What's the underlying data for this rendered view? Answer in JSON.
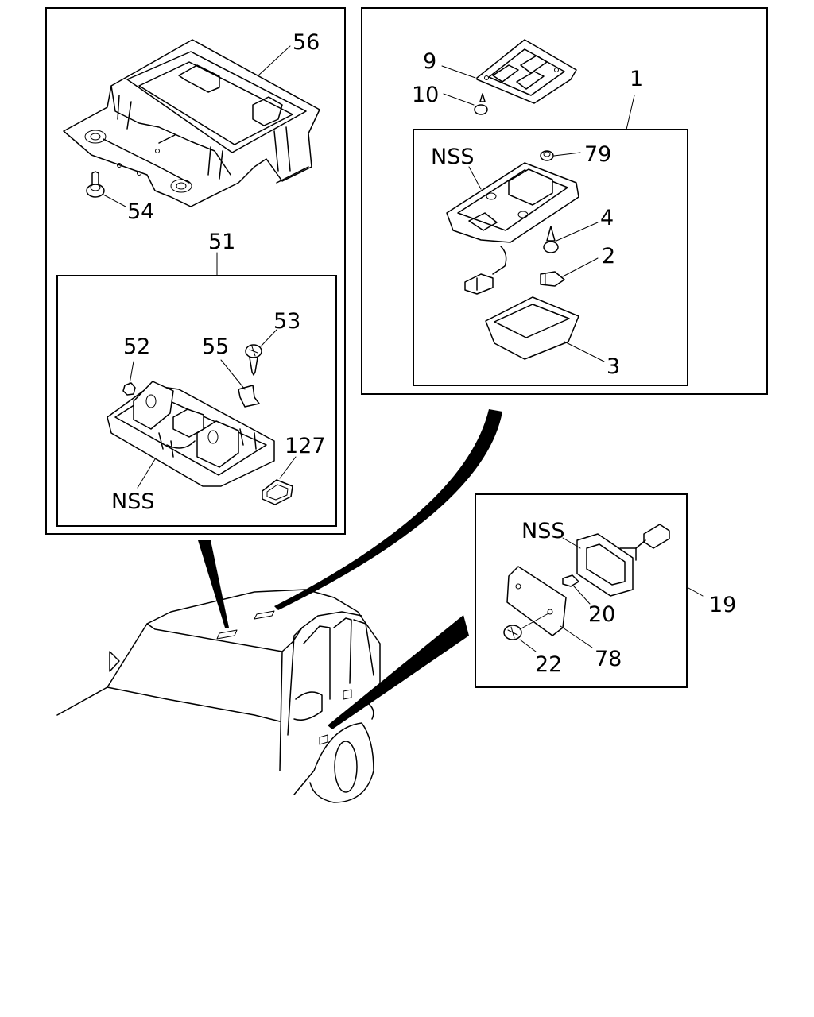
{
  "callouts": {
    "p56": "56",
    "p54": "54",
    "p51": "51",
    "p52": "52",
    "p53": "53",
    "p55": "55",
    "p127": "127",
    "nss_left": "NSS",
    "p9": "9",
    "p10": "10",
    "p1": "1",
    "nss_right": "NSS",
    "p79": "79",
    "p4": "4",
    "p2": "2",
    "p3": "3",
    "nss_door": "NSS",
    "p19": "19",
    "p20": "20",
    "p78": "78",
    "p22": "22"
  }
}
